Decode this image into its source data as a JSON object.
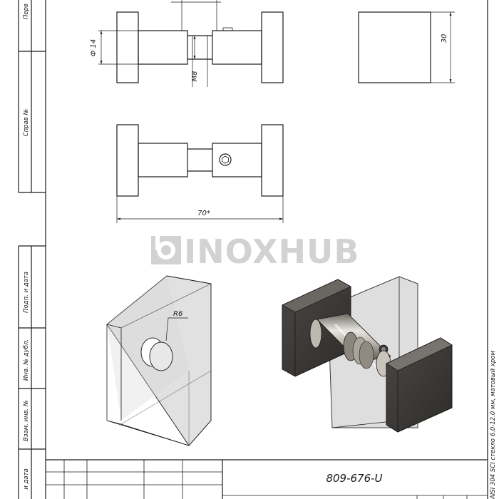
{
  "drawing": {
    "code": "809-676-U",
    "description_vertical": "AISI 304 SCI стекло 6.0-12.0 мм, матовый хром",
    "watermark": "INOXHUB"
  },
  "dimensions": {
    "diameter": "Ф 14",
    "thread": "M8",
    "height": "30",
    "length": "70*",
    "radius": "R6"
  },
  "side_stamp": {
    "labels": [
      "Перв",
      "Справ №",
      "Подп. и дата",
      "Инв. № дубл.",
      "Взам. инв. №",
      "и дата"
    ]
  }
}
